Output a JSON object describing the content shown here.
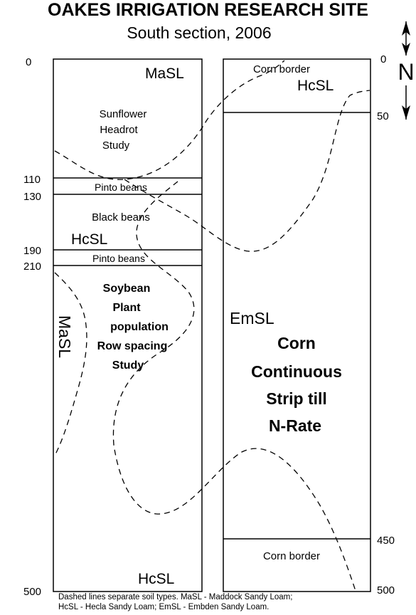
{
  "title": "OAKES IRRIGATION RESEARCH SITE",
  "subtitle": "South section,  2006",
  "compass_label": "N",
  "left_scale": [
    "0",
    "110",
    "130",
    "190",
    "210",
    "500"
  ],
  "right_scale": [
    "0",
    "50",
    "450",
    "500"
  ],
  "left_plot": {
    "soil_top": "MaSL",
    "sunflower": [
      "Sunflower",
      "Headrot",
      "Study"
    ],
    "pinto1": "Pinto beans",
    "black_beans": "Black beans",
    "soil_hcsl": "HcSL",
    "pinto2": "Pinto beans",
    "soybean": [
      "Soybean",
      "Plant",
      "population",
      "Row spacing",
      "Study"
    ],
    "soil_masl_vertical": "MaSL",
    "soil_bottom": "HcSL"
  },
  "right_plot": {
    "corn_border_top": "Corn border",
    "soil_hcsl": "HcSL",
    "soil_emsl": "EmSL",
    "corn": [
      "Corn",
      "Continuous",
      "Strip till",
      "N-Rate"
    ],
    "corn_border_bottom": "Corn border"
  },
  "footnote": [
    "Dashed lines separate soil types.  MaSL - Maddock Sandy Loam;",
    "HcSL - Hecla Sandy Loam; EmSL - Embden Sandy Loam."
  ]
}
